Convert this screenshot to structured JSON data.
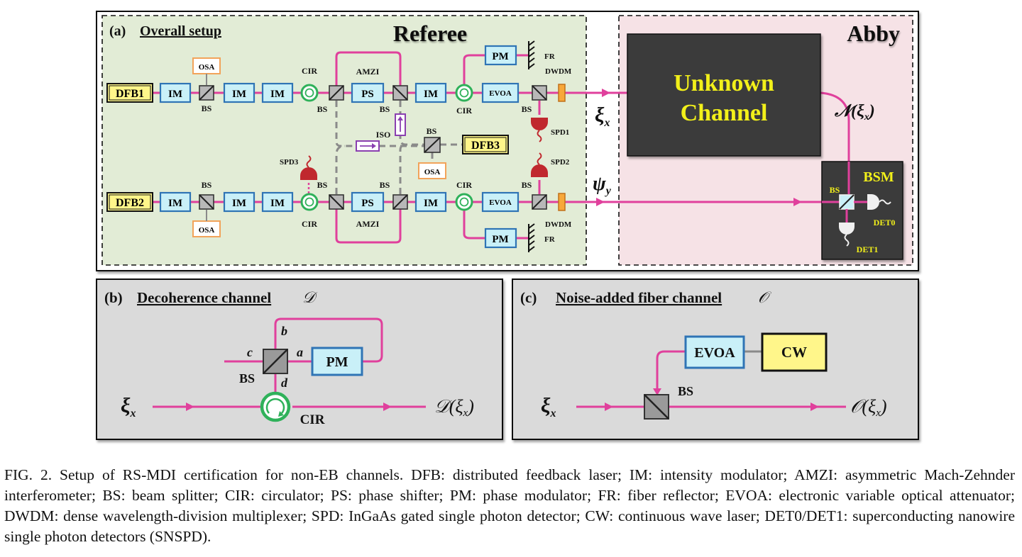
{
  "colors": {
    "fiber": "#e0409c",
    "panel_a_referee_bg": "#e2ecd6",
    "panel_a_abby_bg": "#f6e2e6",
    "panel_bc_bg": "#dadada",
    "modulator_fill": "#c9f0f8",
    "modulator_stroke": "#2f74b5",
    "laser_fill": "#fff68a",
    "osa_stroke": "#f2a35a",
    "circulator": "#2fb15a",
    "detector": "#c0282e",
    "isolator": "#8a3fb0",
    "dwdm": "#f7a83a",
    "channel_box": "#3a3a3a",
    "channel_text": "#f2f01a"
  },
  "panel_a": {
    "tag": "(a)",
    "title": "Overall setup",
    "referee": "Referee",
    "abby": "Abby",
    "unknown_channel_line1": "Unknown",
    "unknown_channel_line2": "Channel",
    "channel_output": "𝒩(ξ",
    "channel_output_sub": "x",
    "channel_output_close": ")",
    "xi_letter": "ξ",
    "xi_sub": "x",
    "psi_letter": "ψ",
    "psi_sub": "y",
    "lasers": {
      "dfb1": "DFB1",
      "dfb2": "DFB2",
      "dfb3": "DFB3"
    },
    "im": "IM",
    "ps": "PS",
    "pm": "PM",
    "evoa": "EVOA",
    "osa": "OSA",
    "bs": "BS",
    "cir": "CIR",
    "amzi": "AMZI",
    "iso": "ISO",
    "fr": "FR",
    "dwdm": "DWDM",
    "spd1": "SPD1",
    "spd2": "SPD2",
    "spd3": "SPD3",
    "bsm": "BSM",
    "det0": "DET0",
    "det1": "DET1"
  },
  "panel_b": {
    "tag": "(b)",
    "title": "Decoherence channel",
    "title_symbol": "𝒟",
    "port_a": "a",
    "port_b": "b",
    "port_c": "c",
    "port_d": "d",
    "pm": "PM",
    "bs": "BS",
    "cir": "CIR",
    "input_letter": "ξ",
    "input_sub": "x",
    "output": "𝒟(ξ",
    "output_sub": "x",
    "output_close": ")"
  },
  "panel_c": {
    "tag": "(c)",
    "title": "Noise-added fiber channel",
    "title_symbol": "𝒪",
    "evoa": "EVOA",
    "cw": "CW",
    "bs": "BS",
    "input_letter": "ξ",
    "input_sub": "x",
    "output": "𝒪(ξ",
    "output_sub": "x",
    "output_close": ")"
  },
  "caption": "FIG. 2.  Setup of RS-MDI certification for non-EB channels. DFB: distributed feedback laser; IM: intensity modulator; AMZI: asymmetric Mach-Zehnder interferometer; BS: beam splitter; CIR: circulator; PS: phase shifter; PM: phase modulator; FR: fiber reflector; EVOA: electronic variable optical attenuator; DWDM: dense wavelength-division multiplexer; SPD: InGaAs gated single photon detector; CW: continuous wave laser; DET0/DET1: superconducting nanowire single photon detectors (SNSPD)."
}
